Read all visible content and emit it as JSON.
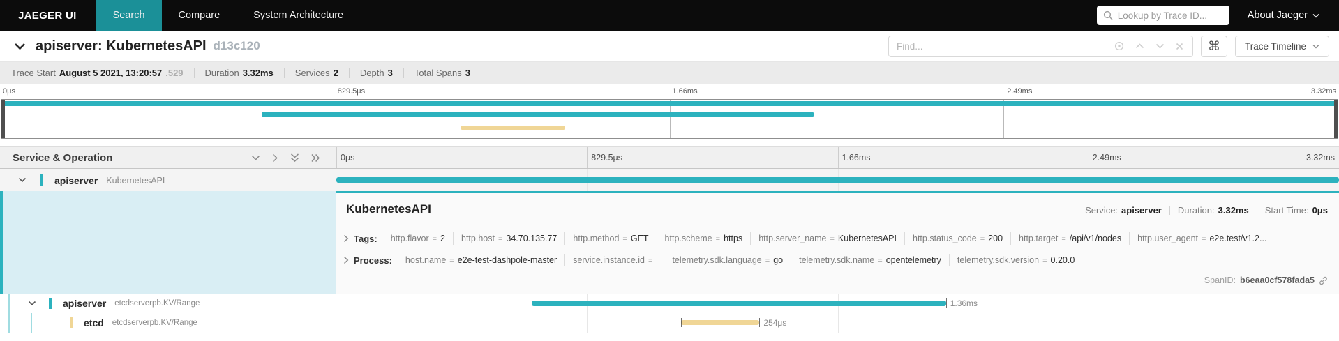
{
  "nav": {
    "brand": "JAEGER UI",
    "tabs": [
      {
        "label": "Search",
        "active": true
      },
      {
        "label": "Compare",
        "active": false
      },
      {
        "label": "System Architecture",
        "active": false
      }
    ],
    "lookup_placeholder": "Lookup by Trace ID...",
    "about_label": "About Jaeger"
  },
  "header": {
    "title": "apiserver: KubernetesAPI",
    "trace_id": "d13c120",
    "find_placeholder": "Find...",
    "command_glyph": "⌘",
    "view_button_label": "Trace Timeline"
  },
  "info": {
    "trace_start_label": "Trace Start",
    "trace_start_value": "August 5 2021, 13:20:57",
    "trace_start_millis": ".529",
    "duration_label": "Duration",
    "duration_value": "3.32ms",
    "services_label": "Services",
    "services_value": "2",
    "depth_label": "Depth",
    "depth_value": "3",
    "total_spans_label": "Total Spans",
    "total_spans_value": "3"
  },
  "timeline": {
    "ticks": [
      "0μs",
      "829.5μs",
      "1.66ms",
      "2.49ms",
      "3.32ms"
    ]
  },
  "table": {
    "header_label": "Service & Operation"
  },
  "spans": {
    "rows": [
      {
        "service": "apiserver",
        "operation": "KubernetesAPI",
        "depth": 0,
        "color": "#2cb2be",
        "start_pct": 0,
        "width_pct": 100,
        "duration_label": ""
      },
      {
        "service": "apiserver",
        "operation": "etcdserverpb.KV/Range",
        "depth": 1,
        "color": "#2cb2be",
        "start_pct": 19.5,
        "width_pct": 41.3,
        "duration_label": "1.36ms"
      },
      {
        "service": "etcd",
        "operation": "etcdserverpb.KV/Range",
        "depth": 2,
        "color": "#f0d696",
        "start_pct": 34.4,
        "width_pct": 7.8,
        "duration_label": "254μs"
      }
    ]
  },
  "detail": {
    "title": "KubernetesAPI",
    "service_label": "Service:",
    "service_value": "apiserver",
    "duration_label": "Duration:",
    "duration_value": "3.32ms",
    "start_label": "Start Time:",
    "start_value": "0μs",
    "tags_label": "Tags:",
    "tags": [
      [
        "http.flavor",
        "2"
      ],
      [
        "http.host",
        "34.70.135.77"
      ],
      [
        "http.method",
        "GET"
      ],
      [
        "http.scheme",
        "https"
      ],
      [
        "http.server_name",
        "KubernetesAPI"
      ],
      [
        "http.status_code",
        "200"
      ],
      [
        "http.target",
        "/api/v1/nodes"
      ],
      [
        "http.user_agent",
        "e2e.test/v1.2..."
      ]
    ],
    "process_label": "Process:",
    "process": [
      [
        "host.name",
        "e2e-test-dashpole-master"
      ],
      [
        "service.instance.id",
        ""
      ],
      [
        "telemetry.sdk.language",
        "go"
      ],
      [
        "telemetry.sdk.name",
        "opentelemetry"
      ],
      [
        "telemetry.sdk.version",
        "0.20.0"
      ]
    ],
    "span_id_label": "SpanID:",
    "span_id": "b6eaa0cf578fada5"
  },
  "colors": {
    "nav_active_teal": "#1b9098",
    "span_teal": "#2cb2be",
    "span_yellow": "#f0d696",
    "selection_blue": "#d9eef4"
  }
}
